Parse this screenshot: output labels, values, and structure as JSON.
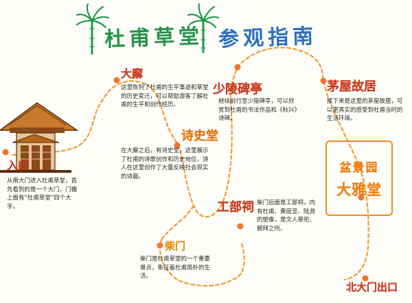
{
  "title": {
    "left": "杜甫草堂",
    "right": "参观指南"
  },
  "stops": {
    "entrance": {
      "label": "入口",
      "note": "从南大门进入杜甫草堂，首先看到的是一个大门，门楣上面有“杜甫草堂”四个大字。"
    },
    "dalang": {
      "label": "大廨",
      "note": "这里陈列了杜甫的生平事迹和草堂的历史变迁，可以帮助游客了解杜甫的生平和创作经历。"
    },
    "shishitang": {
      "label": "诗史堂",
      "note": "在大廨之后，有诗史堂，这里展示了杜甫的诗歌创作和历史地位，诗人在这里创作了大量反映社会现实的诗篇。"
    },
    "shaoling": {
      "label": "少陵碑亭",
      "note": "继续前行至少陵碑亭，可以欣赏到杜甫的书法作品和《秋兴》诗碑。"
    },
    "maowu": {
      "label": "茅屋故居",
      "note": "接下来是这里的茅屋故居，可以更真实的感受到杜甫当时的生活环境。"
    },
    "gongbu": {
      "label": "工部祠",
      "note": "柴门后面是工部祠，内有杜甫、黄庭坚、陆游的塑像，是文人祭祀、朝拜之所。"
    },
    "chaimen": {
      "label": "柴门",
      "note": "柴门是杜甫草堂的一个重要景点，象征着杜甫简朴的生活。"
    },
    "exit_box": {
      "line1": "盆景园",
      "line2": "大雅堂"
    },
    "exit": {
      "label": "北大门出口"
    }
  },
  "colors": {
    "route": "#f29a2e",
    "title_green": "#27924a",
    "title_blue": "#2f6fc0",
    "label_red": "#c83a1e",
    "label_orange": "#e07a14",
    "bamboo": "#1f9a4a",
    "house": "#8a4a1c"
  }
}
